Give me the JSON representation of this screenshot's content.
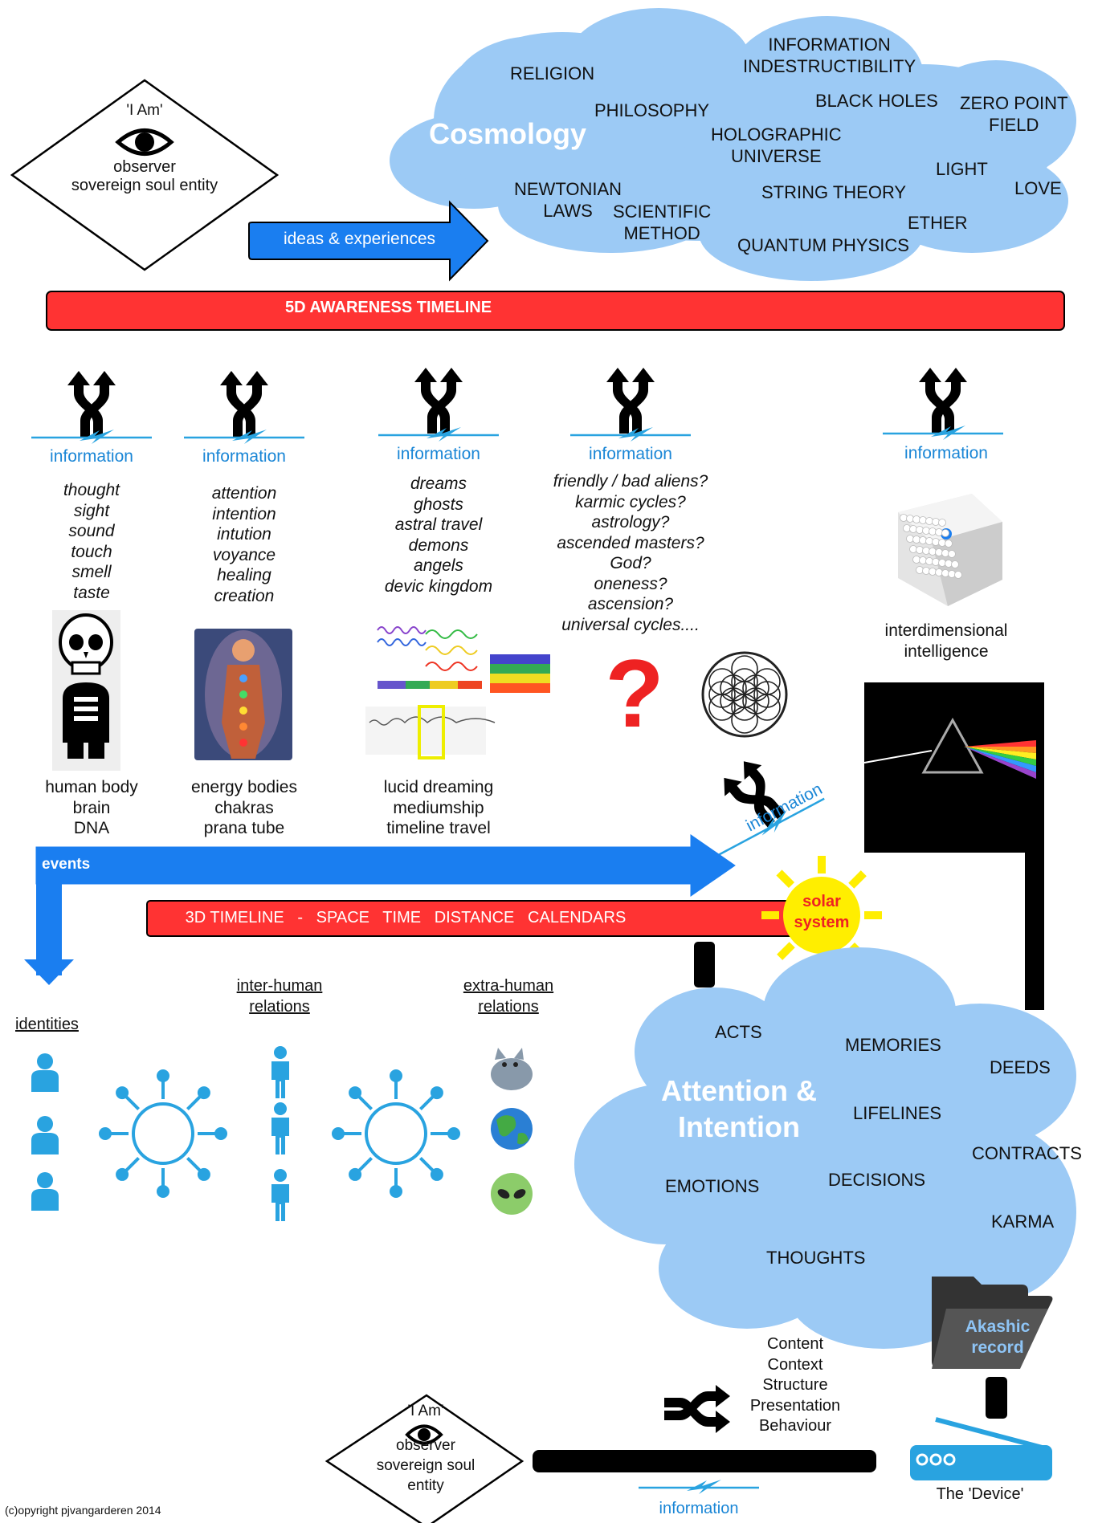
{
  "observer_top": {
    "lines": [
      "'I Am'",
      "observer",
      "sovereign soul entity"
    ]
  },
  "observer_bottom": {
    "lines": [
      "'I Am'",
      "observer",
      "sovereign soul",
      "entity"
    ]
  },
  "ideas_arrow": "ideas & experiences",
  "cosmology": {
    "title": "Cosmology",
    "words": [
      "RELIGION",
      "INFORMATION\nINDESTRUCTIBILITY",
      "PHILOSOPHY",
      "BLACK HOLES",
      "ZERO POINT\nFIELD",
      "HOLOGRAPHIC\nUNIVERSE",
      "LIGHT",
      "NEWTONIAN\nLAWS",
      "SCIENTIFIC\nMETHOD",
      "STRING THEORY",
      "LOVE",
      "ETHER",
      "QUANTUM PHYSICS"
    ]
  },
  "timeline_5d": "5D AWARENESS TIMELINE",
  "timeline_3d": "3D TIMELINE   -   SPACE   TIME   DISTANCE   CALENDARS",
  "columns": [
    {
      "info": "information",
      "items": [
        "thought",
        "sight",
        "sound",
        "touch",
        "smell",
        "taste"
      ],
      "caption": [
        "human body",
        "brain",
        "DNA"
      ]
    },
    {
      "info": "information",
      "items": [
        "attention",
        "intention",
        "intution",
        "voyance",
        "healing",
        "creation"
      ],
      "caption": [
        "energy bodies",
        "chakras",
        "prana tube"
      ]
    },
    {
      "info": "information",
      "items": [
        "dreams",
        "ghosts",
        "astral travel",
        "demons",
        "angels",
        "devic kingdom"
      ],
      "caption": [
        "lucid dreaming",
        "mediumship",
        "timeline travel"
      ]
    },
    {
      "info": "information",
      "items": [
        "friendly / bad aliens?",
        "karmic cycles?",
        "astrology?",
        "ascended masters?",
        "God?",
        "oneness?",
        "ascension?",
        "universal cycles...."
      ],
      "caption": []
    },
    {
      "info": "information",
      "items": [],
      "caption": [
        "interdimensional",
        "intelligence"
      ]
    }
  ],
  "question_mark": "?",
  "events_arrow": "events",
  "diag_info": "information",
  "solar": [
    "solar",
    "system"
  ],
  "identities": "identities",
  "inter_human": [
    "inter-human",
    "relations"
  ],
  "extra_human": [
    "extra-human",
    "relations"
  ],
  "attention": {
    "title": [
      "Attention &",
      "Intention"
    ],
    "words": [
      "ACTS",
      "MEMORIES",
      "DEEDS",
      "LIFELINES",
      "CONTRACTS",
      "EMOTIONS",
      "DECISIONS",
      "KARMA",
      "THOUGHTS"
    ]
  },
  "akashic": [
    "Akashic",
    "record"
  ],
  "content_list": [
    "Content",
    "Context",
    "Structure",
    "Presentation",
    "Behaviour"
  ],
  "device": "The 'Device'",
  "bottom_info": "information",
  "copyright": "(c)opyright pjvangarderen 2014",
  "colors": {
    "red_bar": "#ff3333",
    "blue_arrow": "#1a7ef0",
    "cloud": "#9ccaf5",
    "info_blue": "#1a86d6",
    "icon_blue": "#29a3e0"
  }
}
